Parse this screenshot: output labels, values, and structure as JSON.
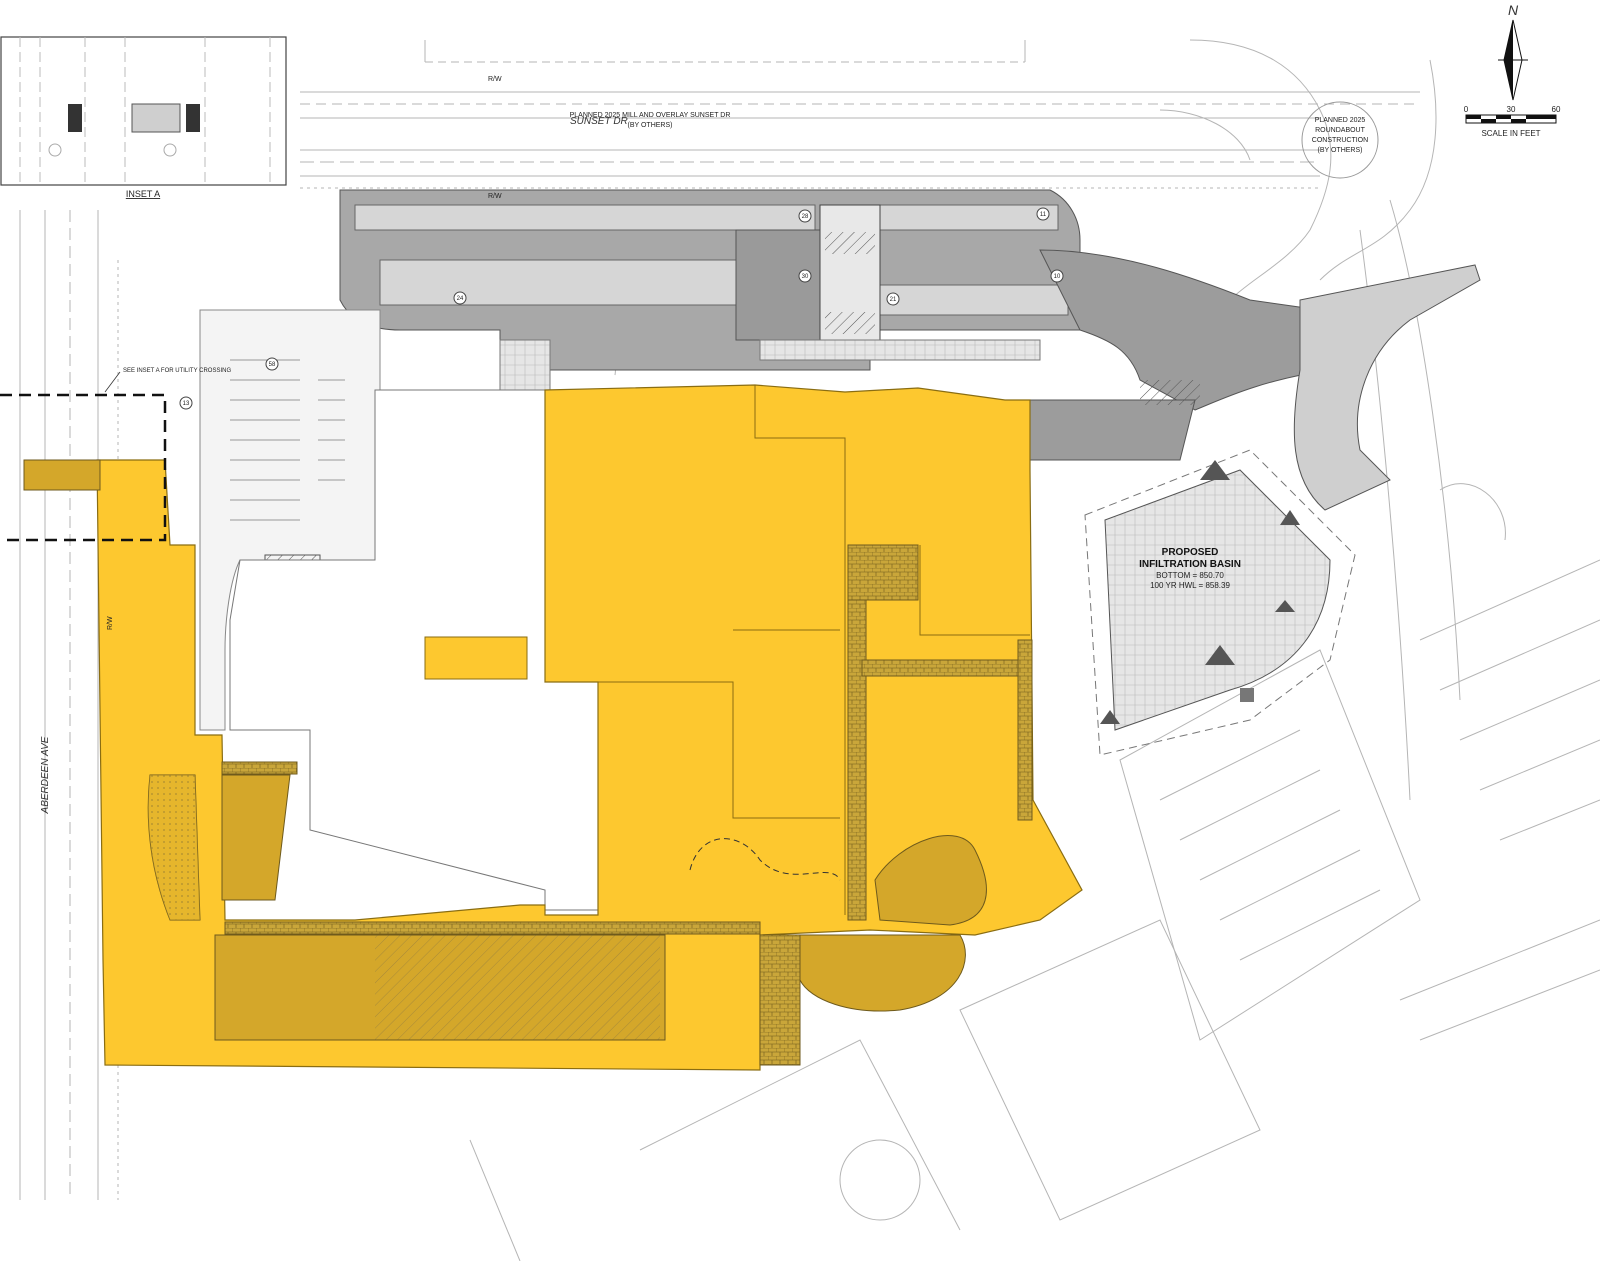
{
  "colors": {
    "site_fill": "#fdc82f",
    "site_dark": "#d4a72a",
    "paving_dark": "#9e9e9e",
    "paving_light": "#cfcfcf",
    "linework": "#8a8a8a",
    "building_white": "#ffffff"
  },
  "labels": {
    "inset_title": "INSET A",
    "inset_note": "SEE INSET A FOR UTILITY CROSSING",
    "road_north": "SUNSET DR",
    "road_west": "ABERDEEN AVE",
    "rw_1": "R/W",
    "rw_2": "R/W",
    "rw_3": "R/W",
    "mill_overlay_line1": "PLANNED 2025 MILL AND OVERLAY SUNSET DR",
    "mill_overlay_line2": "(BY OTHERS)",
    "roundabout_line1": "PLANNED 2025",
    "roundabout_line2": "ROUNDABOUT",
    "roundabout_line3": "CONSTRUCTION",
    "roundabout_line4": "(BY OTHERS)",
    "basin_title_line1": "PROPOSED",
    "basin_title_line2": "INFILTRATION BASIN",
    "basin_bottom": "BOTTOM = 850.70",
    "basin_hwl": "100 YR HWL = 858.39"
  },
  "north_arrow": {
    "label": "N",
    "icon": "north-arrow-icon"
  },
  "scale_bar": {
    "ticks": [
      "0",
      "30",
      "60"
    ],
    "caption": "SCALE IN FEET"
  },
  "stall_counts": [
    "28",
    "30",
    "11",
    "10",
    "24",
    "21",
    "58",
    "13"
  ]
}
